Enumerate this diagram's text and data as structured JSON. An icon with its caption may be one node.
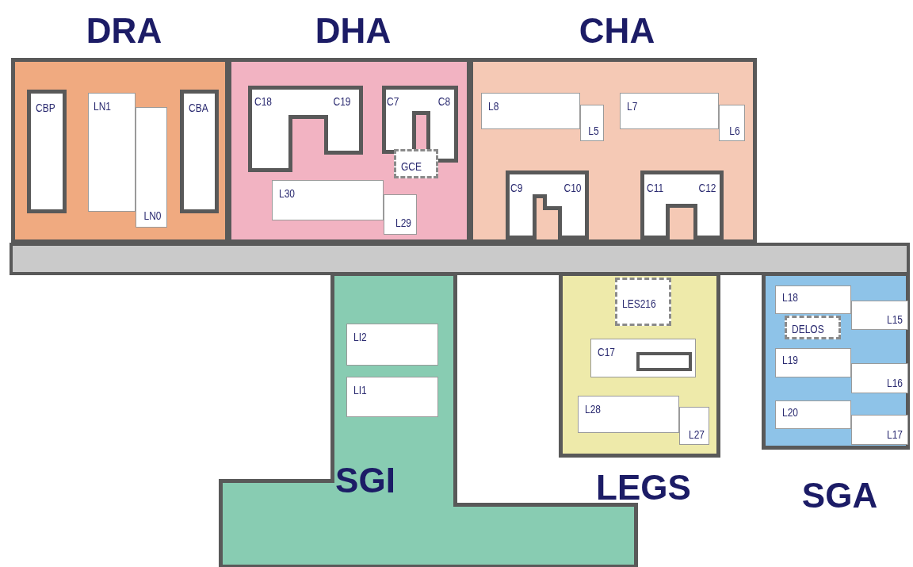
{
  "diagram": {
    "nodes": [
      {
        "text": [
          "DRA"
        ]
      },
      {
        "text": [
          "CBP"
        ],
        "in": 0
      },
      {
        "text": [
          "LN1"
        ],
        "in": 0
      },
      {
        "text": [
          "LN0"
        ],
        "in": 0
      },
      {
        "text": [
          "CBA"
        ],
        "in": 0
      },
      {
        "text": [
          "DHA"
        ]
      },
      {
        "text": [
          "C18",
          "C19"
        ],
        "in": 5
      },
      {
        "text": [
          "C7",
          "C8"
        ],
        "in": 5
      },
      {
        "text": [
          "GCE"
        ],
        "in": 5
      },
      {
        "text": [
          "L30"
        ],
        "in": 5
      },
      {
        "text": [
          "L29"
        ],
        "in": 5
      },
      {
        "text": [
          "CHA"
        ]
      },
      {
        "text": [
          "L8"
        ],
        "in": 11
      },
      {
        "text": [
          "L5"
        ],
        "in": 11
      },
      {
        "text": [
          "L7"
        ],
        "in": 11
      },
      {
        "text": [
          "L6"
        ],
        "in": 11
      },
      {
        "text": [
          "C9",
          "C10"
        ],
        "in": 11
      },
      {
        "text": [
          "C11",
          "C12"
        ],
        "in": 11
      },
      {
        "text": [],
        "shape": "bar"
      },
      {
        "text": [
          "SGI"
        ]
      },
      {
        "text": [
          "LI2"
        ],
        "in": 19
      },
      {
        "text": [
          "LI1"
        ],
        "in": 19
      },
      {
        "text": [
          "LEGS"
        ]
      },
      {
        "text": [
          "LES216"
        ],
        "in": 22
      },
      {
        "text": [
          "C17"
        ],
        "in": 22
      },
      {
        "text": [],
        "shape": "box",
        "in": 24
      },
      {
        "text": [
          "L28"
        ],
        "in": 22
      },
      {
        "text": [
          "L27"
        ],
        "in": 22
      },
      {
        "text": [
          "SGA"
        ]
      },
      {
        "text": [
          "L18"
        ],
        "in": 28
      },
      {
        "text": [
          "L15"
        ],
        "in": 28
      },
      {
        "text": [
          "DELOS"
        ],
        "in": 28
      },
      {
        "text": [
          "L19"
        ],
        "in": 28
      },
      {
        "text": [
          "L16"
        ],
        "in": 28
      },
      {
        "text": [
          "L20"
        ],
        "in": 28
      },
      {
        "text": [
          "L17"
        ],
        "in": 28
      }
    ]
  }
}
